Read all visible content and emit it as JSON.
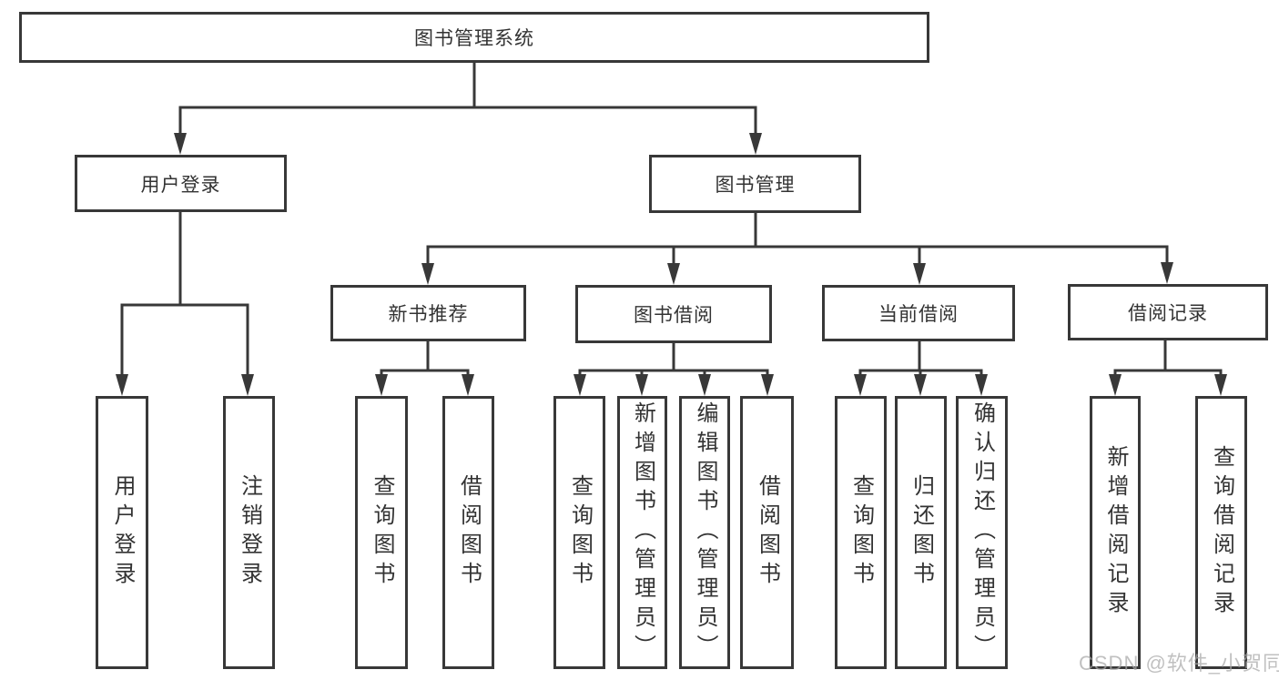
{
  "title": "图书管理系统",
  "colors": {
    "line": "#383838",
    "box_border": "#383838",
    "text": "#333333",
    "background": "#ffffff",
    "watermark": "#a9a9a9"
  },
  "watermark": {
    "text": "CSDN @软件_小贺同学"
  },
  "nodes": {
    "system": {
      "label": "图书管理系统"
    },
    "user_login": {
      "label": "用户登录"
    },
    "book_management": {
      "label": "图书管理"
    },
    "new_book_recommendation": {
      "label": "新书推荐"
    },
    "book_borrowing": {
      "label": "图书借阅"
    },
    "current_borrowing": {
      "label": "当前借阅"
    },
    "borrowing_records": {
      "label": "借阅记录"
    },
    "leaves": {
      "user_login": {
        "label": "用户登录"
      },
      "logout": {
        "label": "注销登录"
      },
      "query_books_recommend": {
        "label": "查询图书"
      },
      "borrow_books_recommend": {
        "label": "借阅图书"
      },
      "query_books_borrow": {
        "label": "查询图书"
      },
      "add_book_admin": {
        "label": "新增图书（管理员）"
      },
      "edit_book_admin": {
        "label": "编辑图书（管理员）"
      },
      "borrow_books_borrow": {
        "label": "借阅图书"
      },
      "query_books_current": {
        "label": "查询图书"
      },
      "return_books": {
        "label": "归还图书"
      },
      "confirm_return_admin": {
        "label": "确认归还（管理员）"
      },
      "add_borrow_record": {
        "label": "新增借阅记录"
      },
      "query_borrow_record": {
        "label": "查询借阅记录"
      }
    }
  },
  "hierarchy": [
    {
      "parent": "图书管理系统",
      "children": [
        "用户登录",
        "图书管理"
      ]
    },
    {
      "parent": "用户登录",
      "children": [
        "用户登录",
        "注销登录"
      ]
    },
    {
      "parent": "图书管理",
      "children": [
        "新书推荐",
        "图书借阅",
        "当前借阅",
        "借阅记录"
      ]
    },
    {
      "parent": "新书推荐",
      "children": [
        "查询图书",
        "借阅图书"
      ]
    },
    {
      "parent": "图书借阅",
      "children": [
        "查询图书",
        "新增图书（管理员）",
        "编辑图书（管理员）",
        "借阅图书"
      ]
    },
    {
      "parent": "当前借阅",
      "children": [
        "查询图书",
        "归还图书",
        "确认归还（管理员）"
      ]
    },
    {
      "parent": "借阅记录",
      "children": [
        "新增借阅记录",
        "查询借阅记录"
      ]
    }
  ]
}
